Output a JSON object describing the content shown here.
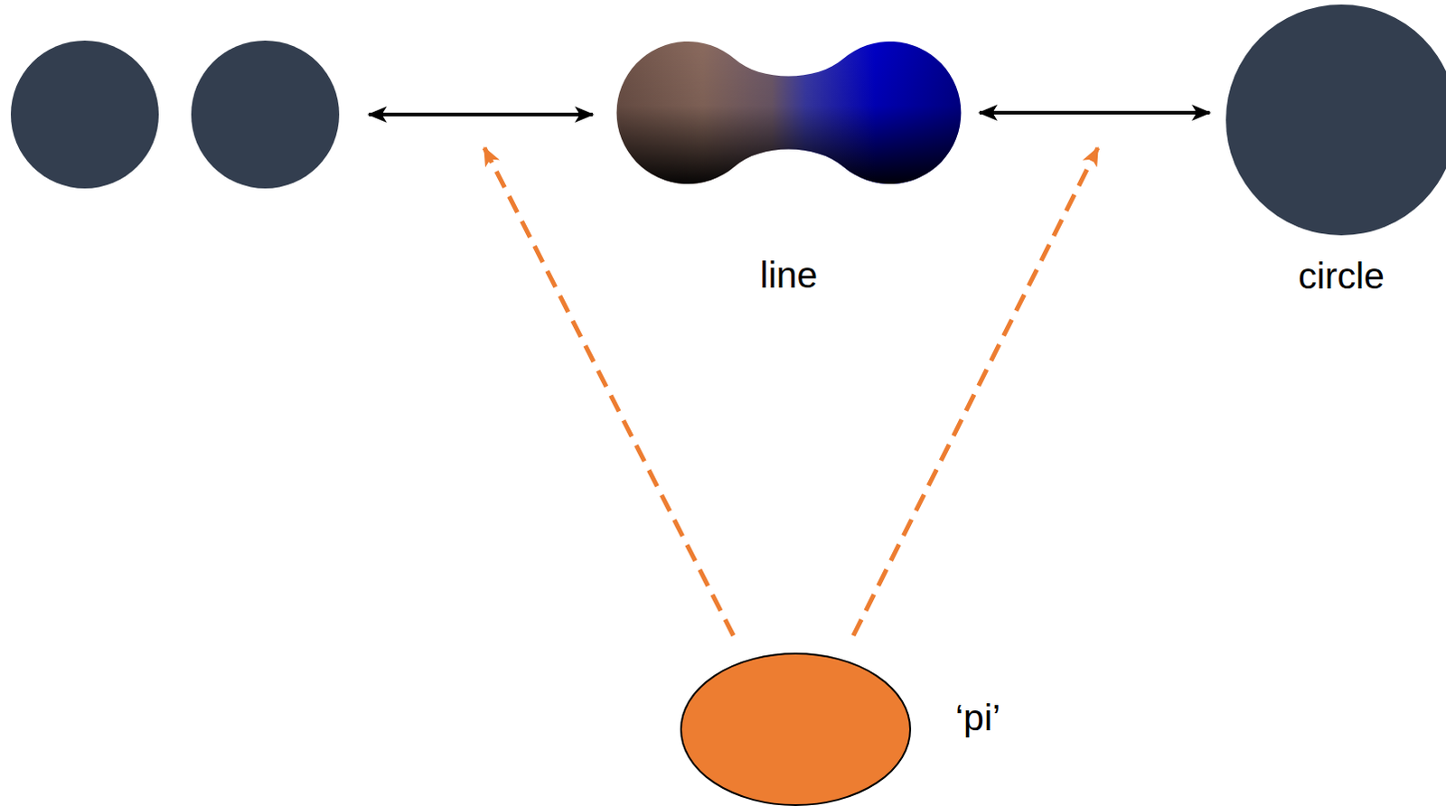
{
  "diagram": {
    "nodes": [
      {
        "text": [
          "line"
        ]
      },
      {
        "text": [
          "circle"
        ]
      },
      {
        "text": [
          "‘pi’"
        ]
      }
    ],
    "edges": [
      {
        "from": 0,
        "to": 1,
        "arrow": "both"
      }
    ]
  }
}
